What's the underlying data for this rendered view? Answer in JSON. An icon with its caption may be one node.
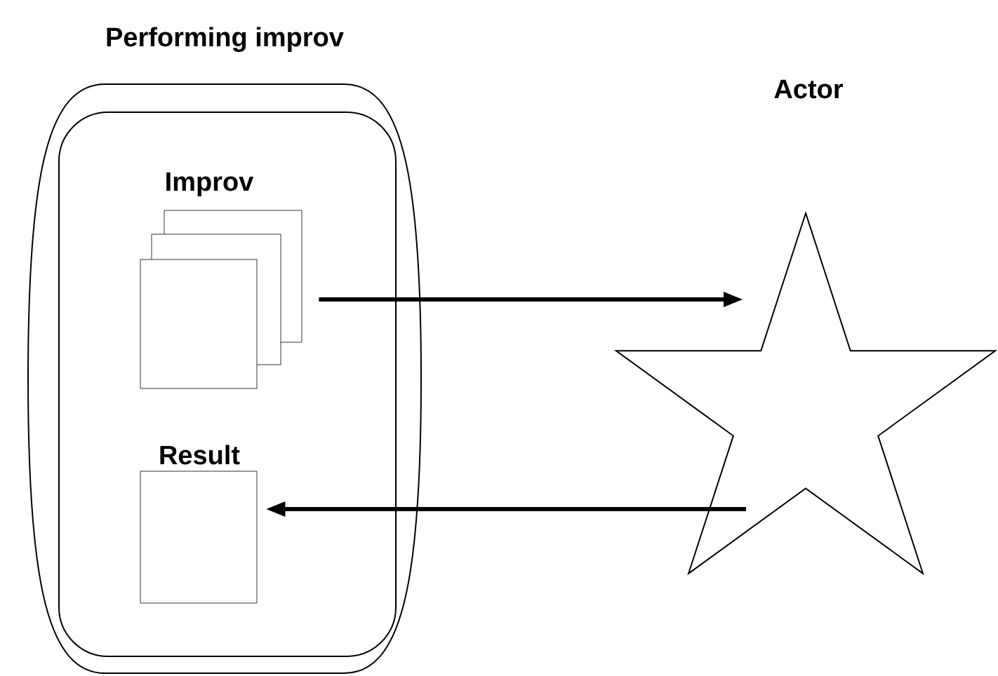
{
  "diagram": {
    "nodes": [
      {
        "text": [
          "Performing improv"
        ]
      },
      {
        "text": [
          "Improv"
        ],
        "in": 0
      },
      {
        "text": [
          "Result"
        ],
        "in": 0
      },
      {
        "text": [
          "Actor"
        ]
      }
    ],
    "edges": [
      {
        "from": 1,
        "to": 3,
        "arrow": "to"
      },
      {
        "from": 3,
        "to": 2,
        "arrow": "to"
      }
    ]
  }
}
